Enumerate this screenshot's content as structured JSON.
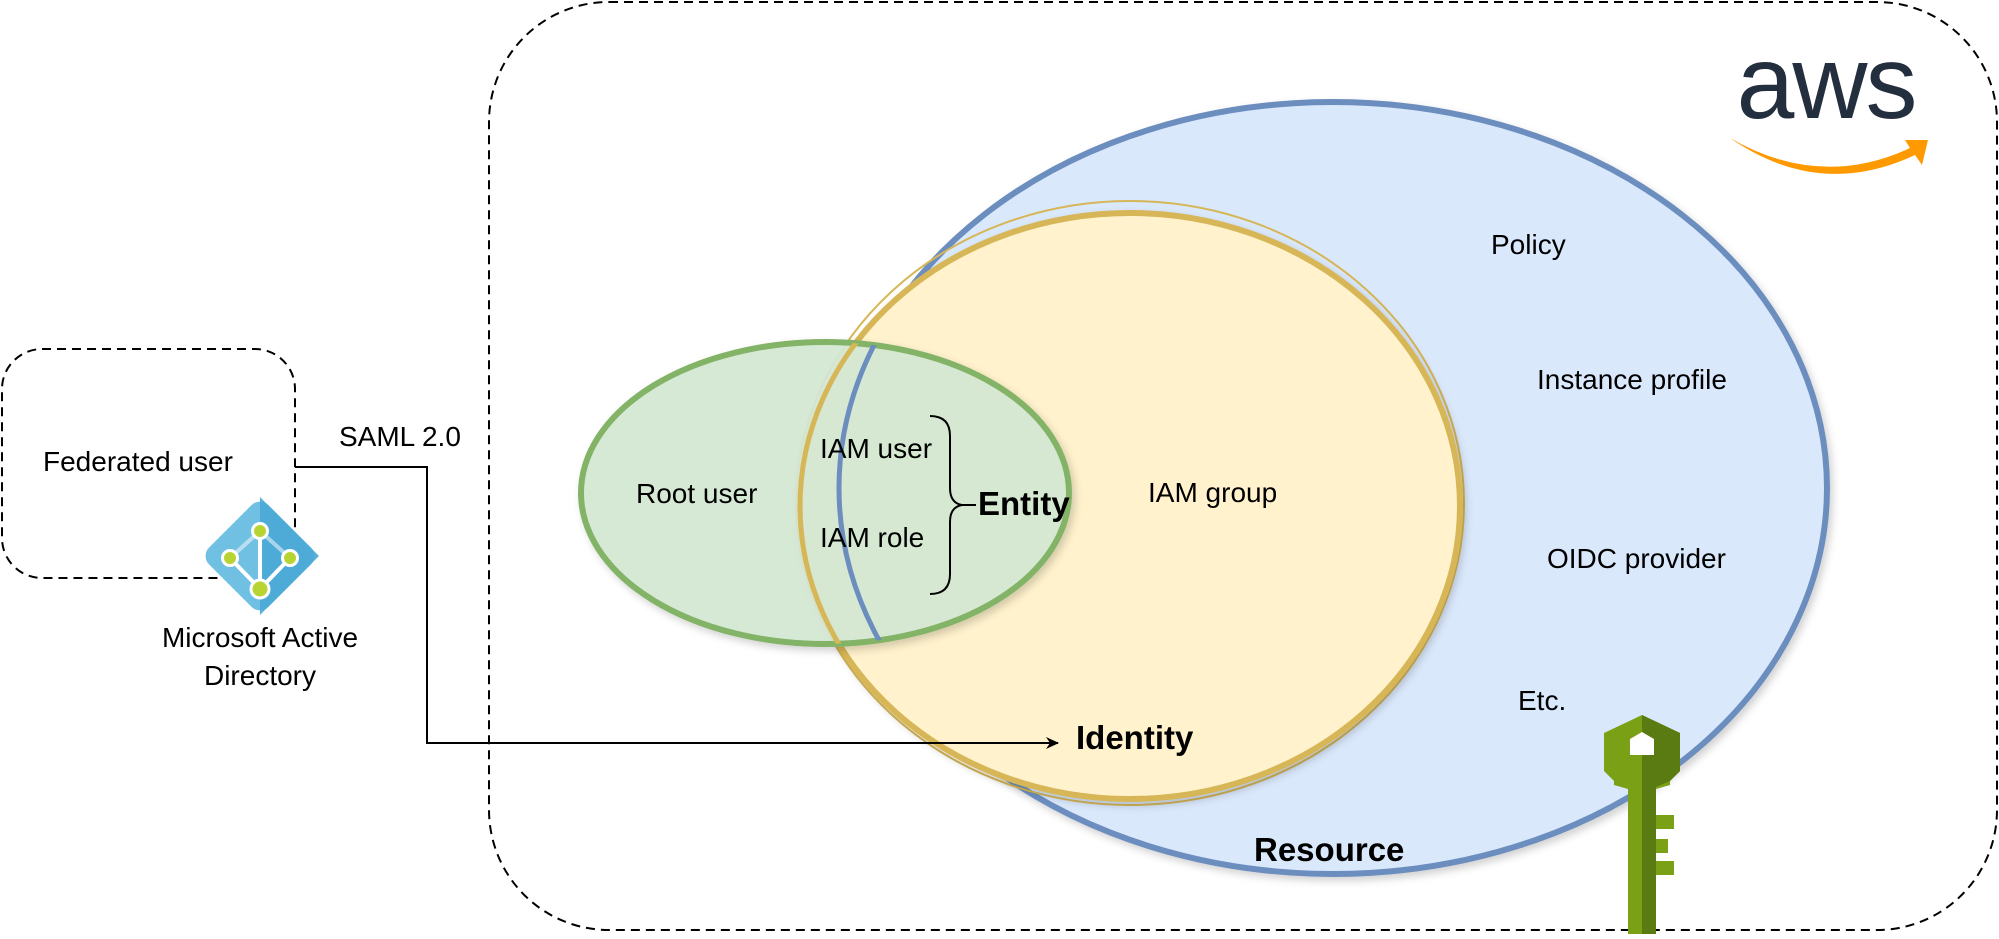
{
  "diagram": {
    "title": "AWS IAM identity and resource relationships",
    "aws_logo": {
      "text": "aws",
      "text_color": "#232f3e",
      "smile_color": "#ff9900"
    },
    "federated": {
      "label": "Federated user",
      "idp_label_line1": "Microsoft Active",
      "idp_label_line2": "Directory",
      "protocol_label": "SAML 2.0",
      "icon": "azure-active-directory-icon",
      "icon_colors": {
        "diamond_light": "#6fc0e3",
        "diamond_dark": "#4aa9d6",
        "node": "#b8d432",
        "link": "#ffffff"
      }
    },
    "regions": {
      "resource": {
        "label": "Resource",
        "fill": "#dae8fc",
        "stroke": "#6c8ebf",
        "items": [
          "Policy",
          "Instance profile",
          "OIDC provider",
          "Etc."
        ]
      },
      "identity": {
        "label": "Identity",
        "fill": "#fff2cc",
        "stroke": "#d6b656",
        "items": [
          "IAM group"
        ]
      },
      "root_circle": {
        "fill": "#d5e8d4",
        "stroke": "#82b366",
        "items": [
          "Root user"
        ]
      },
      "entity": {
        "label": "Entity",
        "items": [
          "IAM user",
          "IAM role"
        ]
      }
    },
    "key_icon": {
      "name": "iam-key-icon",
      "color_light": "#7aa116",
      "color_dark": "#5a7a12"
    }
  }
}
